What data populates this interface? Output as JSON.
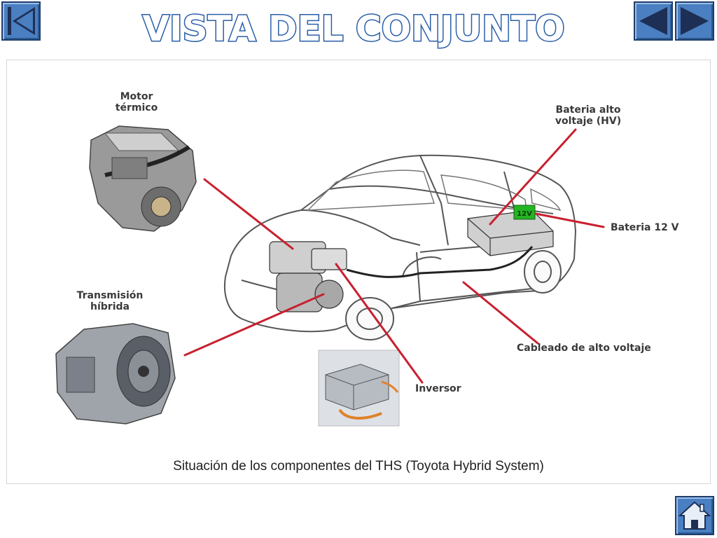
{
  "header": {
    "title": "VISTA DEL CONJUNTO"
  },
  "nav": {
    "first_icon": "skip-to-first-icon",
    "prev_icon": "triangle-left-icon",
    "next_icon": "triangle-right-icon",
    "home_icon": "house-icon",
    "button_color": "#4a7fc1"
  },
  "labels": {
    "motor_line1": "Motor",
    "motor_line2": "térmico",
    "bateria_hv_line1": "Bateria alto",
    "bateria_hv_line2": "voltaje (HV)",
    "bateria_12v": "Bateria 12 V",
    "transmision_line1": "Transmisión",
    "transmision_line2": "híbrida",
    "cableado": "Cableado de alto voltaje",
    "inversor": "Inversor",
    "battery_badge": "12V"
  },
  "caption": "Situación de los componentes del THS (Toyota Hybrid System)",
  "colors": {
    "leader_line": "#c8202f",
    "car_outline": "#555555"
  }
}
